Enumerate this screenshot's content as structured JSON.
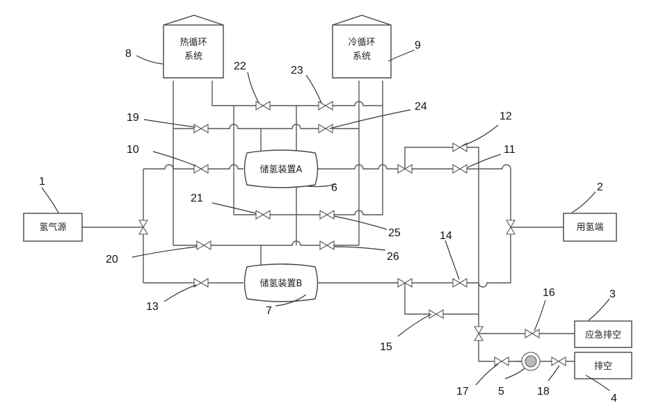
{
  "components": {
    "hydrogen_source": "氢气源",
    "hydrogen_user": "用氢端",
    "emergency_vent": "应急排空",
    "vent": "排空",
    "storage_a": "储氢装置A",
    "storage_b": "储氢装置B",
    "heat_cycle": [
      "热循环",
      "系统"
    ],
    "cold_cycle": [
      "冷循环",
      "系统"
    ]
  },
  "labels": {
    "n1": "1",
    "n2": "2",
    "n3": "3",
    "n4": "4",
    "n5": "5",
    "n6": "6",
    "n7": "7",
    "n8": "8",
    "n9": "9",
    "n10": "10",
    "n11": "11",
    "n12": "12",
    "n13": "13",
    "n14": "14",
    "n15": "15",
    "n16": "16",
    "n17": "17",
    "n18": "18",
    "n19": "19",
    "n20": "20",
    "n21": "21",
    "n22": "22",
    "n23": "23",
    "n24": "24",
    "n25": "25",
    "n26": "26"
  },
  "colors": {
    "line": "#555555",
    "text": "#111111"
  }
}
